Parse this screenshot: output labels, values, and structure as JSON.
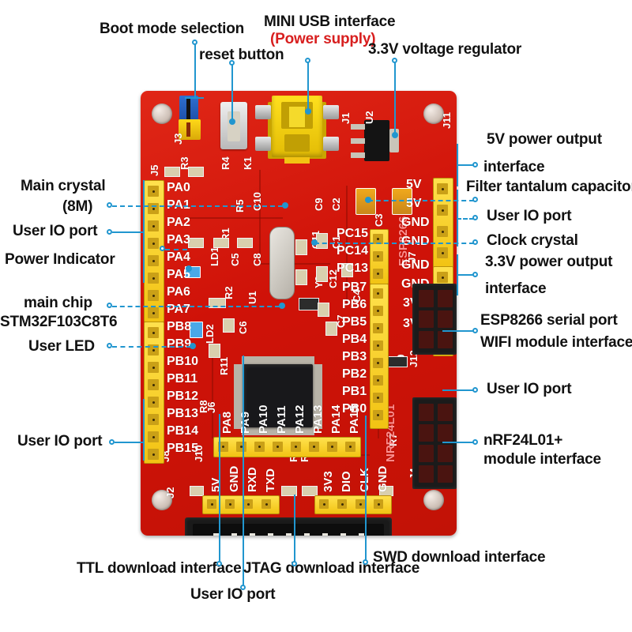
{
  "figure": {
    "subject": "STM32F103C8T6 development board annotated diagram",
    "board_color": "#cf1208",
    "leader_color": "#2196cf",
    "highlight_color": "#d81f1f"
  },
  "annotations": [
    {
      "id": "boot-mode",
      "text": "Boot mode selection"
    },
    {
      "id": "reset-button",
      "text": "reset button"
    },
    {
      "id": "mini-usb",
      "text": "MINI USB interface"
    },
    {
      "id": "mini-usb-power",
      "text": "(Power supply)"
    },
    {
      "id": "voltage-regulator",
      "text": "3.3V voltage regulator"
    },
    {
      "id": "main-crystal",
      "text": "Main crystal"
    },
    {
      "id": "main-crystal-val",
      "text": "(8M)"
    },
    {
      "id": "user-io-left",
      "text": "User IO port"
    },
    {
      "id": "power-indicator",
      "text": "Power Indicator"
    },
    {
      "id": "main-chip",
      "text": "main chip"
    },
    {
      "id": "main-chip-part",
      "text": "STM32F103C8T6"
    },
    {
      "id": "user-led",
      "text": "User LED"
    },
    {
      "id": "user-io-bottomleft",
      "text": "User IO port"
    },
    {
      "id": "power-5v-1",
      "text": "5V power output"
    },
    {
      "id": "power-5v-2",
      "text": "interface"
    },
    {
      "id": "tantalum",
      "text": "Filter tantalum capacitor"
    },
    {
      "id": "user-io-right",
      "text": "User IO port"
    },
    {
      "id": "clock-crystal",
      "text": "Clock crystal"
    },
    {
      "id": "power-33v-1",
      "text": "3.3V power output"
    },
    {
      "id": "power-33v-2",
      "text": "interface"
    },
    {
      "id": "esp8266-1",
      "text": "ESP8266 serial port"
    },
    {
      "id": "esp8266-2",
      "text": "WIFI module interface"
    },
    {
      "id": "user-io-j12",
      "text": "User IO port"
    },
    {
      "id": "nrf-1",
      "text": "nRF24L01+"
    },
    {
      "id": "nrf-2",
      "text": "module interface"
    },
    {
      "id": "ttl",
      "text": "TTL download interface"
    },
    {
      "id": "jtag",
      "text": "JTAG download interface"
    },
    {
      "id": "swd",
      "text": "SWD download interface"
    },
    {
      "id": "user-io-bottom",
      "text": "User IO port"
    }
  ],
  "board": {
    "silkscreen": {
      "left_header_pins": [
        "PA0",
        "PA1",
        "PA2",
        "PA3",
        "PA4",
        "PA5",
        "PA6",
        "PA7",
        "PB8",
        "PB9",
        "PB10",
        "PB11",
        "PB12",
        "PB13",
        "PB14",
        "PB15"
      ],
      "right_inner_pins": [
        "PC15",
        "PC14",
        "PC13",
        "PB7",
        "PB6",
        "PB5",
        "PB4",
        "PB3",
        "PB2",
        "PB1",
        "PB0"
      ],
      "right_power_pins": [
        "5V",
        "5V",
        "GND",
        "GND",
        "GND",
        "GND",
        "3V3",
        "3V3"
      ],
      "middle_row_pins": [
        "PA8",
        "PA9",
        "PA10",
        "PA11",
        "PA12",
        "PA13",
        "PA14",
        "PA15"
      ],
      "ttl_header_pins": [
        "5V",
        "GND",
        "RXD",
        "TXD"
      ],
      "swd_header_pins": [
        "3V3",
        "DIO",
        "CLK",
        "GND"
      ],
      "designators": [
        "J5",
        "J3",
        "R3",
        "R4",
        "K1",
        "R5",
        "C10",
        "C9",
        "C2",
        "C1",
        "C11",
        "C5",
        "C8",
        "R1",
        "LD1",
        "Y1",
        "Y2",
        "C12",
        "J1",
        "U2",
        "J11",
        "C3",
        "U1",
        "R2",
        "C6",
        "C7",
        "C4",
        "LD2",
        "R8",
        "J6",
        "R11",
        "R6",
        "R10",
        "R7",
        "R9",
        "J7",
        "J12",
        "J4",
        "J2",
        "J8",
        "J10"
      ],
      "module_labels": [
        "ESP8266",
        "NRF24L01"
      ]
    }
  }
}
